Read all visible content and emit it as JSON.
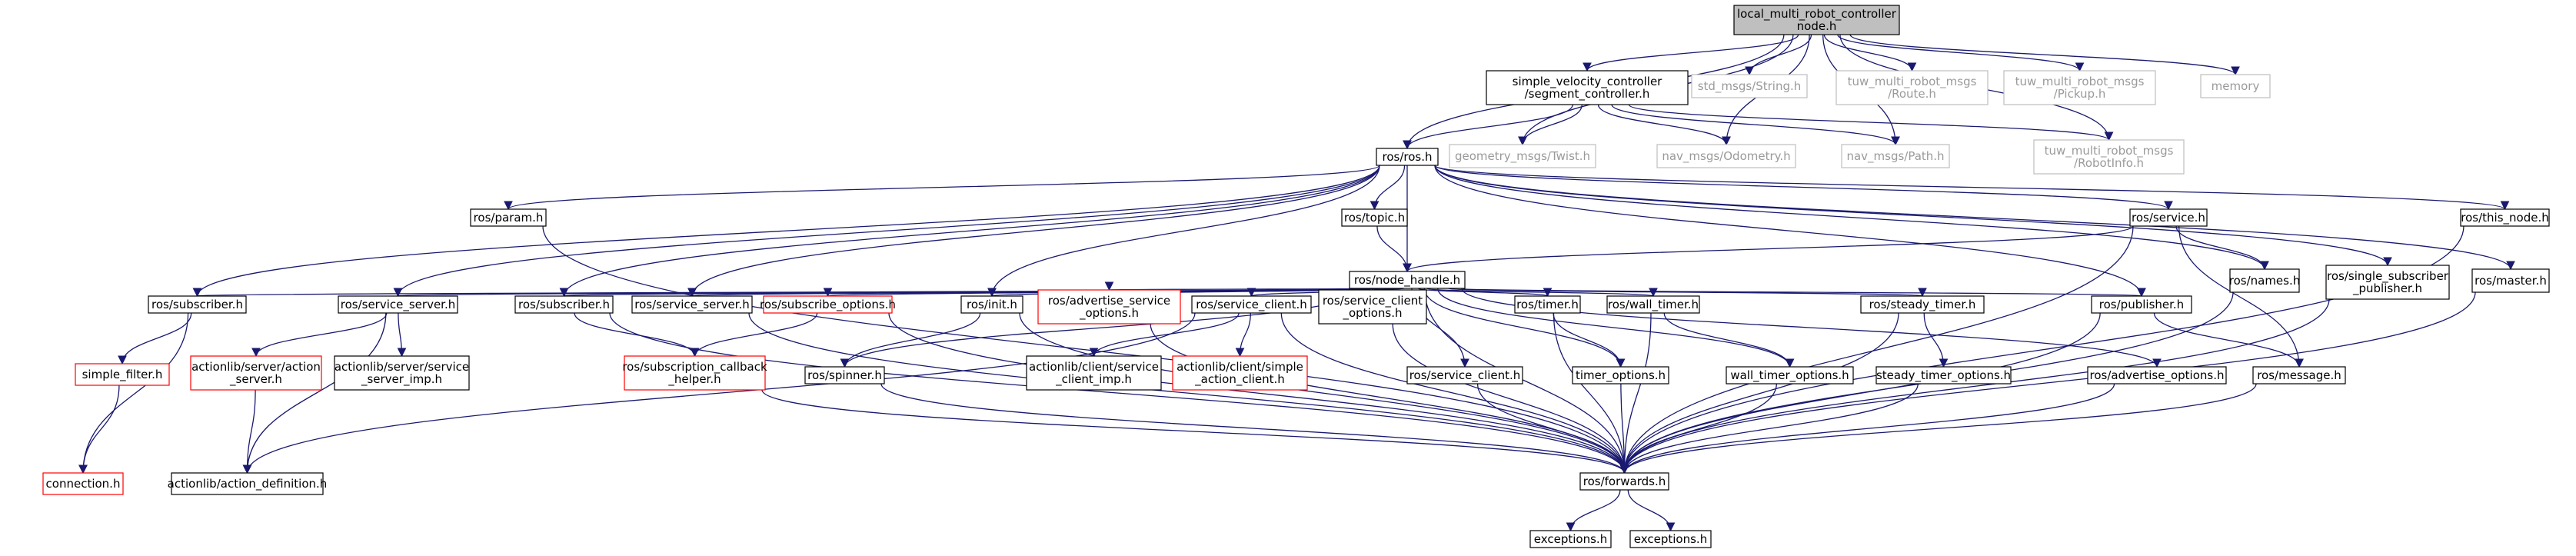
{
  "graph": {
    "nodes": [
      {
        "id": "root",
        "lines": [
          "local_multi_robot_controller",
          "node.h"
        ],
        "style": "root"
      },
      {
        "id": "svc",
        "lines": [
          "simple_velocity_controller",
          "/segment_controller.h"
        ],
        "style": "normal"
      },
      {
        "id": "std_string",
        "lines": [
          "std_msgs/String.h"
        ],
        "style": "grey"
      },
      {
        "id": "route",
        "lines": [
          "tuw_multi_robot_msgs",
          "/Route.h"
        ],
        "style": "grey"
      },
      {
        "id": "pickup",
        "lines": [
          "tuw_multi_robot_msgs",
          "/Pickup.h"
        ],
        "style": "grey"
      },
      {
        "id": "memory",
        "lines": [
          "memory"
        ],
        "style": "grey"
      },
      {
        "id": "ros_h",
        "lines": [
          "ros/ros.h"
        ],
        "style": "normal"
      },
      {
        "id": "twist",
        "lines": [
          "geometry_msgs/Twist.h"
        ],
        "style": "grey"
      },
      {
        "id": "odom",
        "lines": [
          "nav_msgs/Odometry.h"
        ],
        "style": "grey"
      },
      {
        "id": "path",
        "lines": [
          "nav_msgs/Path.h"
        ],
        "style": "grey"
      },
      {
        "id": "robotinfo",
        "lines": [
          "tuw_multi_robot_msgs",
          "/RobotInfo.h"
        ],
        "style": "grey"
      },
      {
        "id": "param",
        "lines": [
          "ros/param.h"
        ],
        "style": "normal"
      },
      {
        "id": "topic",
        "lines": [
          "ros/topic.h"
        ],
        "style": "normal"
      },
      {
        "id": "service",
        "lines": [
          "ros/service.h"
        ],
        "style": "normal"
      },
      {
        "id": "this_node",
        "lines": [
          "ros/this_node.h"
        ],
        "style": "normal"
      },
      {
        "id": "node_handle",
        "lines": [
          "ros/node_handle.h"
        ],
        "style": "normal"
      },
      {
        "id": "names",
        "lines": [
          "ros/names.h"
        ],
        "style": "normal"
      },
      {
        "id": "single_sub",
        "lines": [
          "ros/single_subscriber",
          "_publisher.h"
        ],
        "style": "normal"
      },
      {
        "id": "master",
        "lines": [
          "ros/master.h"
        ],
        "style": "normal"
      },
      {
        "id": "subscriber_a",
        "lines": [
          "ros/subscriber.h"
        ],
        "style": "normal"
      },
      {
        "id": "service_server_a",
        "lines": [
          "ros/service_server.h"
        ],
        "style": "normal"
      },
      {
        "id": "subscriber_b",
        "lines": [
          "ros/subscriber.h"
        ],
        "style": "normal"
      },
      {
        "id": "service_server_b",
        "lines": [
          "ros/service_server.h"
        ],
        "style": "normal"
      },
      {
        "id": "subscribe_options",
        "lines": [
          "ros/subscribe_options.h"
        ],
        "style": "red"
      },
      {
        "id": "init",
        "lines": [
          "ros/init.h"
        ],
        "style": "normal"
      },
      {
        "id": "adv_service_opts",
        "lines": [
          "ros/advertise_service",
          "_options.h"
        ],
        "style": "red"
      },
      {
        "id": "service_client_a",
        "lines": [
          "ros/service_client.h"
        ],
        "style": "normal"
      },
      {
        "id": "service_client_opts",
        "lines": [
          "ros/service_client",
          "_options.h"
        ],
        "style": "normal"
      },
      {
        "id": "timer",
        "lines": [
          "ros/timer.h"
        ],
        "style": "normal"
      },
      {
        "id": "wall_timer",
        "lines": [
          "ros/wall_timer.h"
        ],
        "style": "normal"
      },
      {
        "id": "steady_timer",
        "lines": [
          "ros/steady_timer.h"
        ],
        "style": "normal"
      },
      {
        "id": "publisher",
        "lines": [
          "ros/publisher.h"
        ],
        "style": "normal"
      },
      {
        "id": "simple_filter",
        "lines": [
          "simple_filter.h"
        ],
        "style": "red"
      },
      {
        "id": "action_server",
        "lines": [
          "actionlib/server/action",
          "_server.h"
        ],
        "style": "red"
      },
      {
        "id": "service_server_imp",
        "lines": [
          "actionlib/server/service",
          "_server_imp.h"
        ],
        "style": "normal"
      },
      {
        "id": "sub_cb_helper",
        "lines": [
          "ros/subscription_callback",
          "_helper.h"
        ],
        "style": "red"
      },
      {
        "id": "spinner",
        "lines": [
          "ros/spinner.h"
        ],
        "style": "normal"
      },
      {
        "id": "client_imp",
        "lines": [
          "actionlib/client/service",
          "_client_imp.h"
        ],
        "style": "normal"
      },
      {
        "id": "simple_action_client",
        "lines": [
          "actionlib/client/simple",
          "_action_client.h"
        ],
        "style": "red"
      },
      {
        "id": "service_client_b",
        "lines": [
          "ros/service_client.h"
        ],
        "style": "normal"
      },
      {
        "id": "timer_options",
        "lines": [
          "timer_options.h"
        ],
        "style": "normal"
      },
      {
        "id": "wall_timer_options",
        "lines": [
          "wall_timer_options.h"
        ],
        "style": "normal"
      },
      {
        "id": "steady_timer_options",
        "lines": [
          "steady_timer_options.h"
        ],
        "style": "normal"
      },
      {
        "id": "advertise_options",
        "lines": [
          "ros/advertise_options.h"
        ],
        "style": "normal"
      },
      {
        "id": "message",
        "lines": [
          "ros/message.h"
        ],
        "style": "normal"
      },
      {
        "id": "connection",
        "lines": [
          "connection.h"
        ],
        "style": "red"
      },
      {
        "id": "action_definition",
        "lines": [
          "actionlib/action_definition.h"
        ],
        "style": "normal"
      },
      {
        "id": "forwards",
        "lines": [
          "ros/forwards.h"
        ],
        "style": "normal"
      },
      {
        "id": "exceptions_a",
        "lines": [
          "exceptions.h"
        ],
        "style": "normal"
      },
      {
        "id": "exceptions_b",
        "lines": [
          "exceptions.h"
        ],
        "style": "normal"
      }
    ],
    "edges": [
      [
        "root",
        "svc"
      ],
      [
        "root",
        "std_string"
      ],
      [
        "root",
        "route"
      ],
      [
        "root",
        "pickup"
      ],
      [
        "root",
        "memory"
      ],
      [
        "root",
        "ros_h"
      ],
      [
        "root",
        "twist"
      ],
      [
        "root",
        "odom"
      ],
      [
        "root",
        "path"
      ],
      [
        "root",
        "robotinfo"
      ],
      [
        "svc",
        "ros_h"
      ],
      [
        "svc",
        "twist"
      ],
      [
        "svc",
        "odom"
      ],
      [
        "svc",
        "path"
      ],
      [
        "svc",
        "robotinfo"
      ],
      [
        "ros_h",
        "param"
      ],
      [
        "ros_h",
        "topic"
      ],
      [
        "ros_h",
        "service"
      ],
      [
        "ros_h",
        "this_node"
      ],
      [
        "ros_h",
        "node_handle"
      ],
      [
        "ros_h",
        "names"
      ],
      [
        "ros_h",
        "single_sub"
      ],
      [
        "ros_h",
        "master"
      ],
      [
        "ros_h",
        "subscriber_a"
      ],
      [
        "ros_h",
        "service_server_a"
      ],
      [
        "ros_h",
        "subscriber_b"
      ],
      [
        "ros_h",
        "service_server_b"
      ],
      [
        "ros_h",
        "init"
      ],
      [
        "ros_h",
        "publisher"
      ],
      [
        "param",
        "forwards"
      ],
      [
        "topic",
        "node_handle"
      ],
      [
        "service",
        "node_handle"
      ],
      [
        "service",
        "names"
      ],
      [
        "service",
        "message"
      ],
      [
        "service",
        "forwards"
      ],
      [
        "this_node",
        "forwards"
      ],
      [
        "names",
        "forwards"
      ],
      [
        "single_sub",
        "forwards"
      ],
      [
        "master",
        "forwards"
      ],
      [
        "node_handle",
        "subscriber_a"
      ],
      [
        "node_handle",
        "service_server_a"
      ],
      [
        "node_handle",
        "subscriber_b"
      ],
      [
        "node_handle",
        "service_server_b"
      ],
      [
        "node_handle",
        "subscribe_options"
      ],
      [
        "node_handle",
        "init"
      ],
      [
        "node_handle",
        "adv_service_opts"
      ],
      [
        "node_handle",
        "service_client_a"
      ],
      [
        "node_handle",
        "service_client_opts"
      ],
      [
        "node_handle",
        "timer"
      ],
      [
        "node_handle",
        "wall_timer"
      ],
      [
        "node_handle",
        "steady_timer"
      ],
      [
        "node_handle",
        "publisher"
      ],
      [
        "node_handle",
        "spinner"
      ],
      [
        "node_handle",
        "service_client_b"
      ],
      [
        "node_handle",
        "timer_options"
      ],
      [
        "node_handle",
        "wall_timer_options"
      ],
      [
        "node_handle",
        "advertise_options"
      ],
      [
        "node_handle",
        "forwards"
      ],
      [
        "subscriber_a",
        "simple_filter"
      ],
      [
        "subscriber_a",
        "connection"
      ],
      [
        "simple_filter",
        "connection"
      ],
      [
        "service_server_a",
        "action_server"
      ],
      [
        "service_server_a",
        "service_server_imp"
      ],
      [
        "service_server_a",
        "action_definition"
      ],
      [
        "action_server",
        "action_definition"
      ],
      [
        "subscriber_b",
        "sub_cb_helper"
      ],
      [
        "subscriber_b",
        "forwards"
      ],
      [
        "service_server_b",
        "forwards"
      ],
      [
        "subscribe_options",
        "sub_cb_helper"
      ],
      [
        "subscribe_options",
        "forwards"
      ],
      [
        "sub_cb_helper",
        "forwards"
      ],
      [
        "init",
        "spinner"
      ],
      [
        "init",
        "forwards"
      ],
      [
        "spinner",
        "forwards"
      ],
      [
        "adv_service_opts",
        "forwards"
      ],
      [
        "service_client_a",
        "client_imp"
      ],
      [
        "service_client_a",
        "simple_action_client"
      ],
      [
        "service_client_a",
        "action_definition"
      ],
      [
        "service_client_a",
        "forwards"
      ],
      [
        "service_client_opts",
        "forwards"
      ],
      [
        "service_client_b",
        "forwards"
      ],
      [
        "timer",
        "timer_options"
      ],
      [
        "timer",
        "forwards"
      ],
      [
        "timer_options",
        "forwards"
      ],
      [
        "wall_timer",
        "wall_timer_options"
      ],
      [
        "wall_timer",
        "forwards"
      ],
      [
        "wall_timer_options",
        "forwards"
      ],
      [
        "steady_timer",
        "steady_timer_options"
      ],
      [
        "steady_timer",
        "forwards"
      ],
      [
        "steady_timer_options",
        "forwards"
      ],
      [
        "advertise_options",
        "forwards"
      ],
      [
        "publisher",
        "message"
      ],
      [
        "publisher",
        "forwards"
      ],
      [
        "message",
        "forwards"
      ],
      [
        "forwards",
        "exceptions_a"
      ],
      [
        "forwards",
        "exceptions_b"
      ]
    ]
  },
  "colors": {
    "edge": "#191970",
    "normal_border": "#000000",
    "root_fill": "#bfbfbf",
    "root_border": "#000000",
    "grey_border": "#bfbfbf",
    "grey_text": "#9a9a9a",
    "red_border": "#ff0000",
    "text": "#000000"
  }
}
